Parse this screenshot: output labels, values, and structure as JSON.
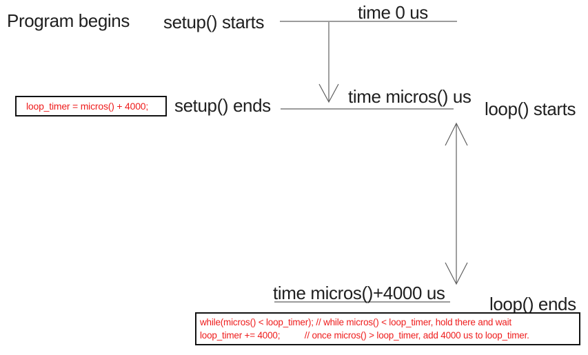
{
  "diagram": {
    "colors": {
      "background": "#ffffff",
      "text": "#1f1f1f",
      "line": "#5f5f5f",
      "code": "#ee1c1c",
      "box_border": "#111111"
    },
    "labels": {
      "program_begins": "Program begins",
      "setup_starts": "setup() starts",
      "time_0": "time 0 us",
      "setup_ends": "setup() ends",
      "time_micros": "time micros() us",
      "loop_starts": "loop() starts",
      "time_micros_4000": "time micros()+4000 us",
      "loop_ends": "loop() ends"
    },
    "code": {
      "setup_end_box": "loop_timer = micros() + 4000;",
      "loop_end_box_line1": "while(micros() < loop_timer); // while micros() < loop_timer, hold there and wait",
      "loop_end_box_line2": "loop_timer += 4000;          // once micros() > loop_timer, add 4000 us to loop_timer."
    }
  }
}
